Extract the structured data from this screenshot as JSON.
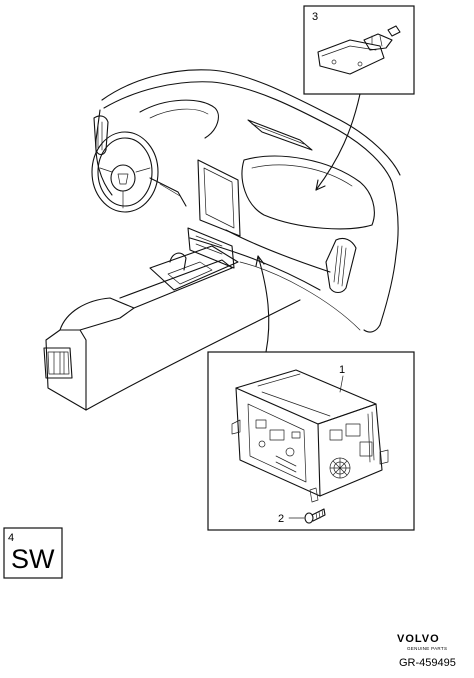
{
  "callouts": {
    "part_1": "1",
    "part_2": "2",
    "part_3": "3",
    "part_4": "4"
  },
  "software_box": {
    "label": "SW"
  },
  "brand": {
    "name": "VOLVO",
    "tagline": "GENUINE PARTS"
  },
  "reference": "GR-459495"
}
